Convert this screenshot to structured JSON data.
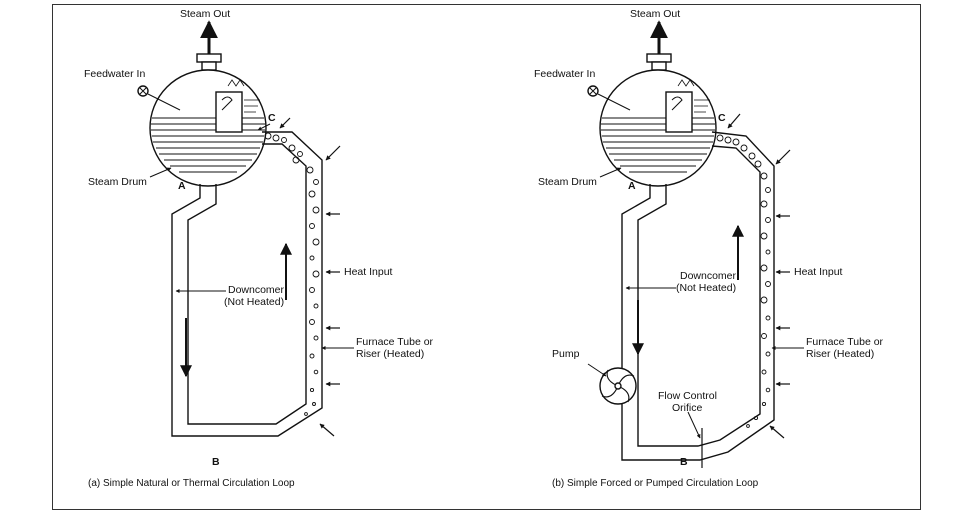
{
  "panel_a": {
    "steam_out": "Steam Out",
    "feedwater_in": "Feedwater In",
    "steam_drum": "Steam Drum",
    "point_a": "A",
    "point_b": "B",
    "point_c": "C",
    "downcomer_line1": "Downcomer",
    "downcomer_line2": "(Not Heated)",
    "heat_input": "Heat Input",
    "furnace_line1": "Furnace Tube or",
    "furnace_line2": "Riser (Heated)",
    "caption": "(a)  Simple Natural or Thermal Circulation Loop"
  },
  "panel_b": {
    "steam_out": "Steam Out",
    "feedwater_in": "Feedwater In",
    "steam_drum": "Steam Drum",
    "point_a": "A",
    "point_b": "B",
    "point_c": "C",
    "downcomer_line1": "Downcomer",
    "downcomer_line2": "(Not Heated)",
    "heat_input": "Heat Input",
    "furnace_line1": "Furnace Tube or",
    "furnace_line2": "Riser (Heated)",
    "pump": "Pump",
    "orifice_line1": "Flow Control",
    "orifice_line2": "Orifice",
    "caption": "(b)  Simple Forced or Pumped Circulation Loop"
  },
  "colors": {
    "ink": "#111111",
    "frame": "#333333"
  },
  "icons": [
    "valve-icon",
    "pump-icon",
    "arrow-icon",
    "bubble-icon"
  ]
}
